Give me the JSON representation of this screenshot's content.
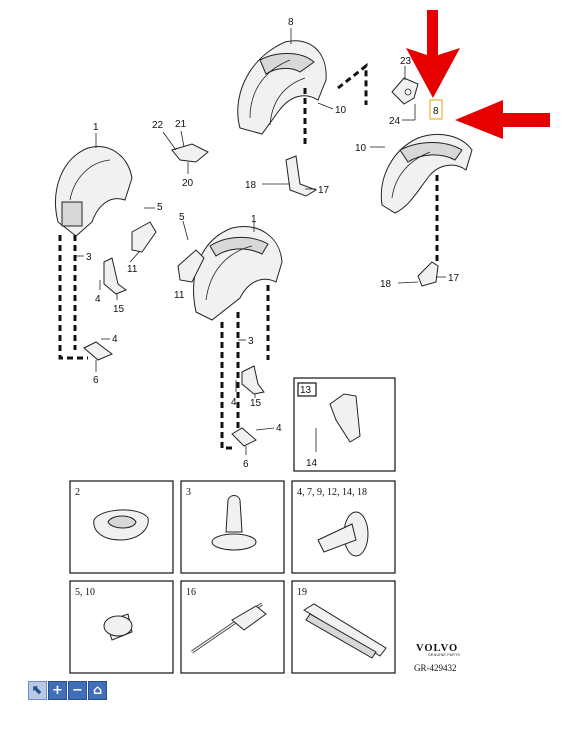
{
  "callouts": {
    "c8_top": "8",
    "c23": "23",
    "c24": "24",
    "c8_box": "8",
    "c10_top": "10",
    "c10_right": "10",
    "c22": "22",
    "c21": "21",
    "c20": "20",
    "c18_top": "18",
    "c17_top": "17",
    "c1_left": "1",
    "c5_left": "5",
    "c3_left": "3",
    "c11_left": "11",
    "c4_left": "4",
    "c15_left": "15",
    "c4_left_b": "4",
    "c6_left": "6",
    "c5_mid": "5",
    "c1_mid": "1",
    "c11_mid": "11",
    "c3_mid": "3",
    "c4_mid": "4",
    "c15_mid": "15",
    "c4_mid_b": "4",
    "c6_mid": "6",
    "c18_right": "18",
    "c17_right": "17",
    "c13_box": "13",
    "c14": "14"
  },
  "fastener_boxes": [
    {
      "label": "2"
    },
    {
      "label": "3"
    },
    {
      "label": "4, 7, 9, 12, 14, 18"
    },
    {
      "label": "5, 10"
    },
    {
      "label": "16"
    },
    {
      "label": "19"
    }
  ],
  "brand": {
    "name": "VOLVO",
    "tagline": "GENUINE PARTS",
    "reference": "GR-429432"
  },
  "highlight_color": "#e60000",
  "toolbar": {
    "buttons": [
      {
        "icon": "pointer-icon",
        "glyph": "⬉"
      },
      {
        "icon": "zoom-in-icon",
        "glyph": "+"
      },
      {
        "icon": "zoom-out-icon",
        "glyph": "−"
      },
      {
        "icon": "home-icon",
        "glyph": "⌂"
      }
    ]
  }
}
